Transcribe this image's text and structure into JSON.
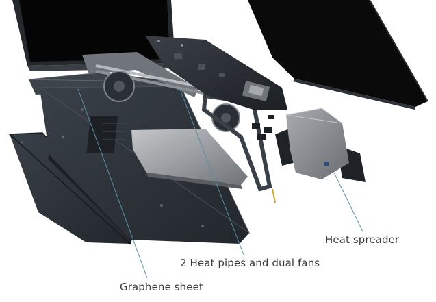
{
  "callouts": {
    "heat_spreader": "Heat spreader",
    "heat_pipes_fans": "2 Heat pipes and dual fans",
    "graphene_sheet": "Graphene sheet"
  },
  "colors": {
    "background": "#ffffff",
    "chassis": "#2b3138",
    "chassis_dark": "#1e2328",
    "screen": "#050505",
    "metal": "#8e9196",
    "metal_light": "#b9bcbf",
    "callout_line": "#5c8fa6",
    "label_text": "#3c3c3c"
  }
}
